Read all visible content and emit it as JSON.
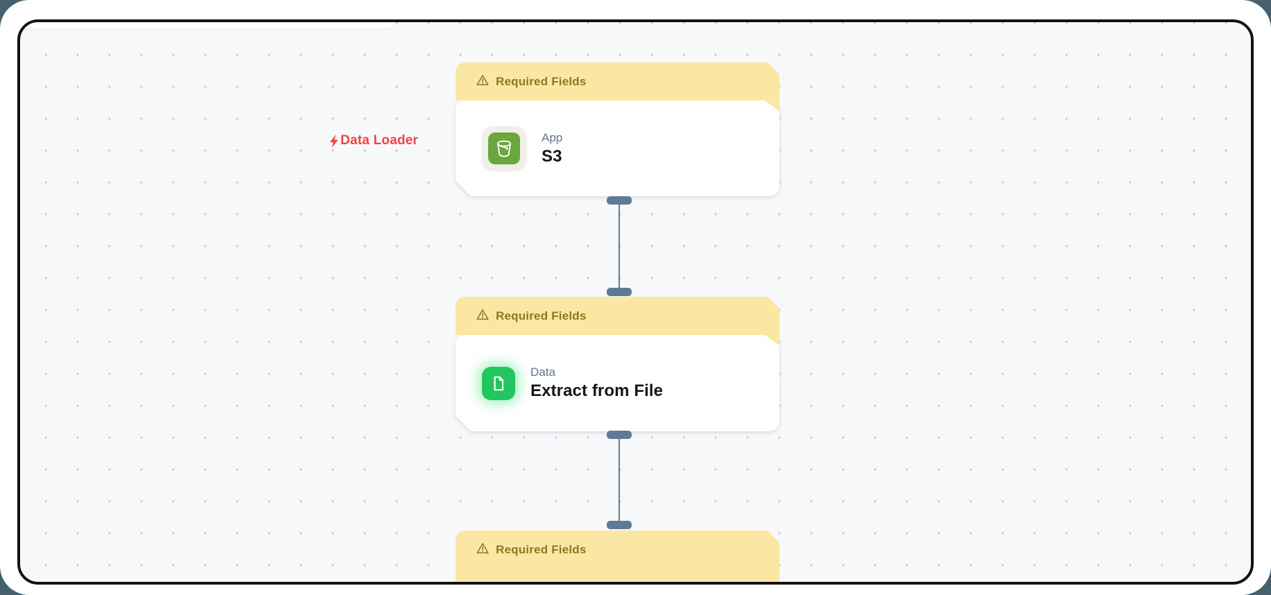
{
  "annotation": {
    "text": "Data Loader",
    "icon": "lightning-bolt-icon",
    "color": "#ef4444"
  },
  "nodes": [
    {
      "banner_label": "Required Fields",
      "banner_icon": "warning-triangle-icon",
      "category": "App",
      "title": "S3",
      "icon": "s3-bucket-icon",
      "icon_color": "#6ba63f"
    },
    {
      "banner_label": "Required Fields",
      "banner_icon": "warning-triangle-icon",
      "category": "Data",
      "title": "Extract from File",
      "icon": "file-document-icon",
      "icon_color": "#22c55e"
    },
    {
      "banner_label": "Required Fields",
      "banner_icon": "warning-triangle-icon"
    }
  ],
  "colors": {
    "outer_backdrop": "#46606e",
    "page_surface": "#ffffff",
    "canvas_background": "#f7f8fa",
    "canvas_border": "#121212",
    "grid_dot": "#c6cbd3",
    "banner_background": "#fbe7a4",
    "banner_text": "#8f781f",
    "category_text": "#64748b",
    "title_text": "#151515",
    "annotation_red": "#ef4444",
    "connector": "#5f7a96"
  }
}
